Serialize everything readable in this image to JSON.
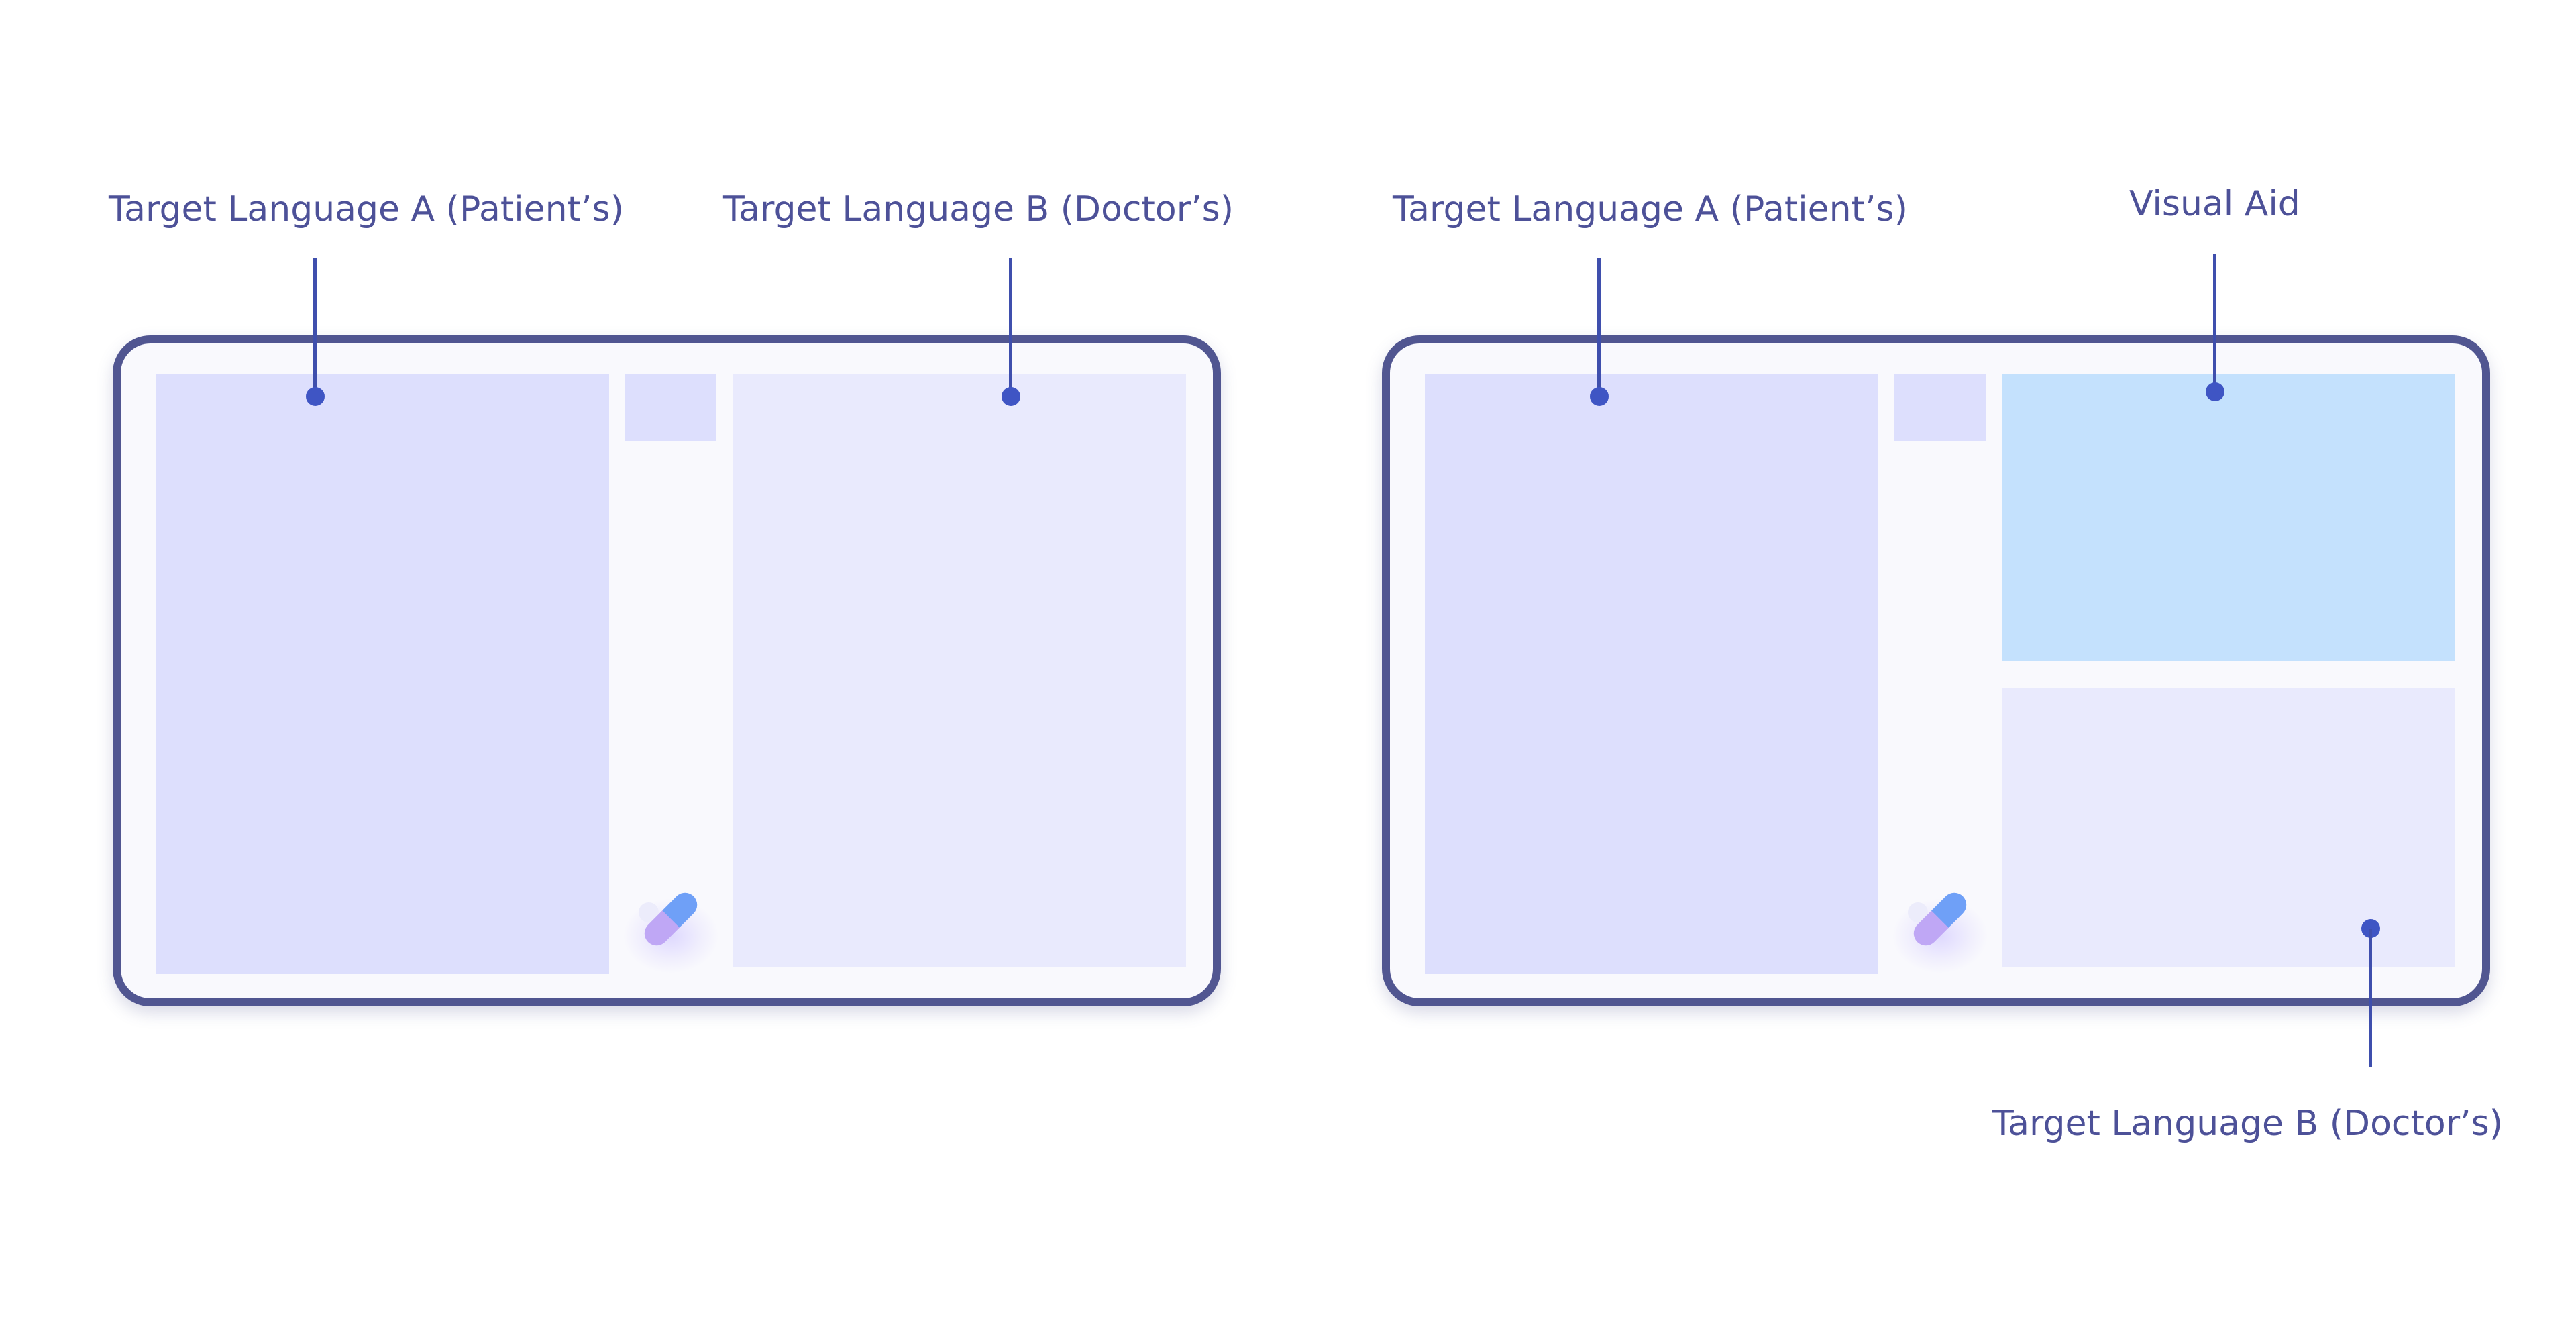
{
  "left_diagram": {
    "label_a": "Target Language A (Patient’s)",
    "label_b": "Target Language B (Doctor’s)"
  },
  "right_diagram": {
    "label_a": "Target Language A (Patient’s)",
    "label_visual": "Visual Aid",
    "label_b": "Target Language B (Doctor’s)"
  },
  "colors": {
    "frame": "#515691",
    "panel_a": "#dddffd",
    "panel_b": "#e9eafd",
    "visual_aid": "#c4e1fd",
    "label_text": "#4d5198",
    "leader": "#3f4fad"
  },
  "icons": [
    "pen-icon"
  ]
}
